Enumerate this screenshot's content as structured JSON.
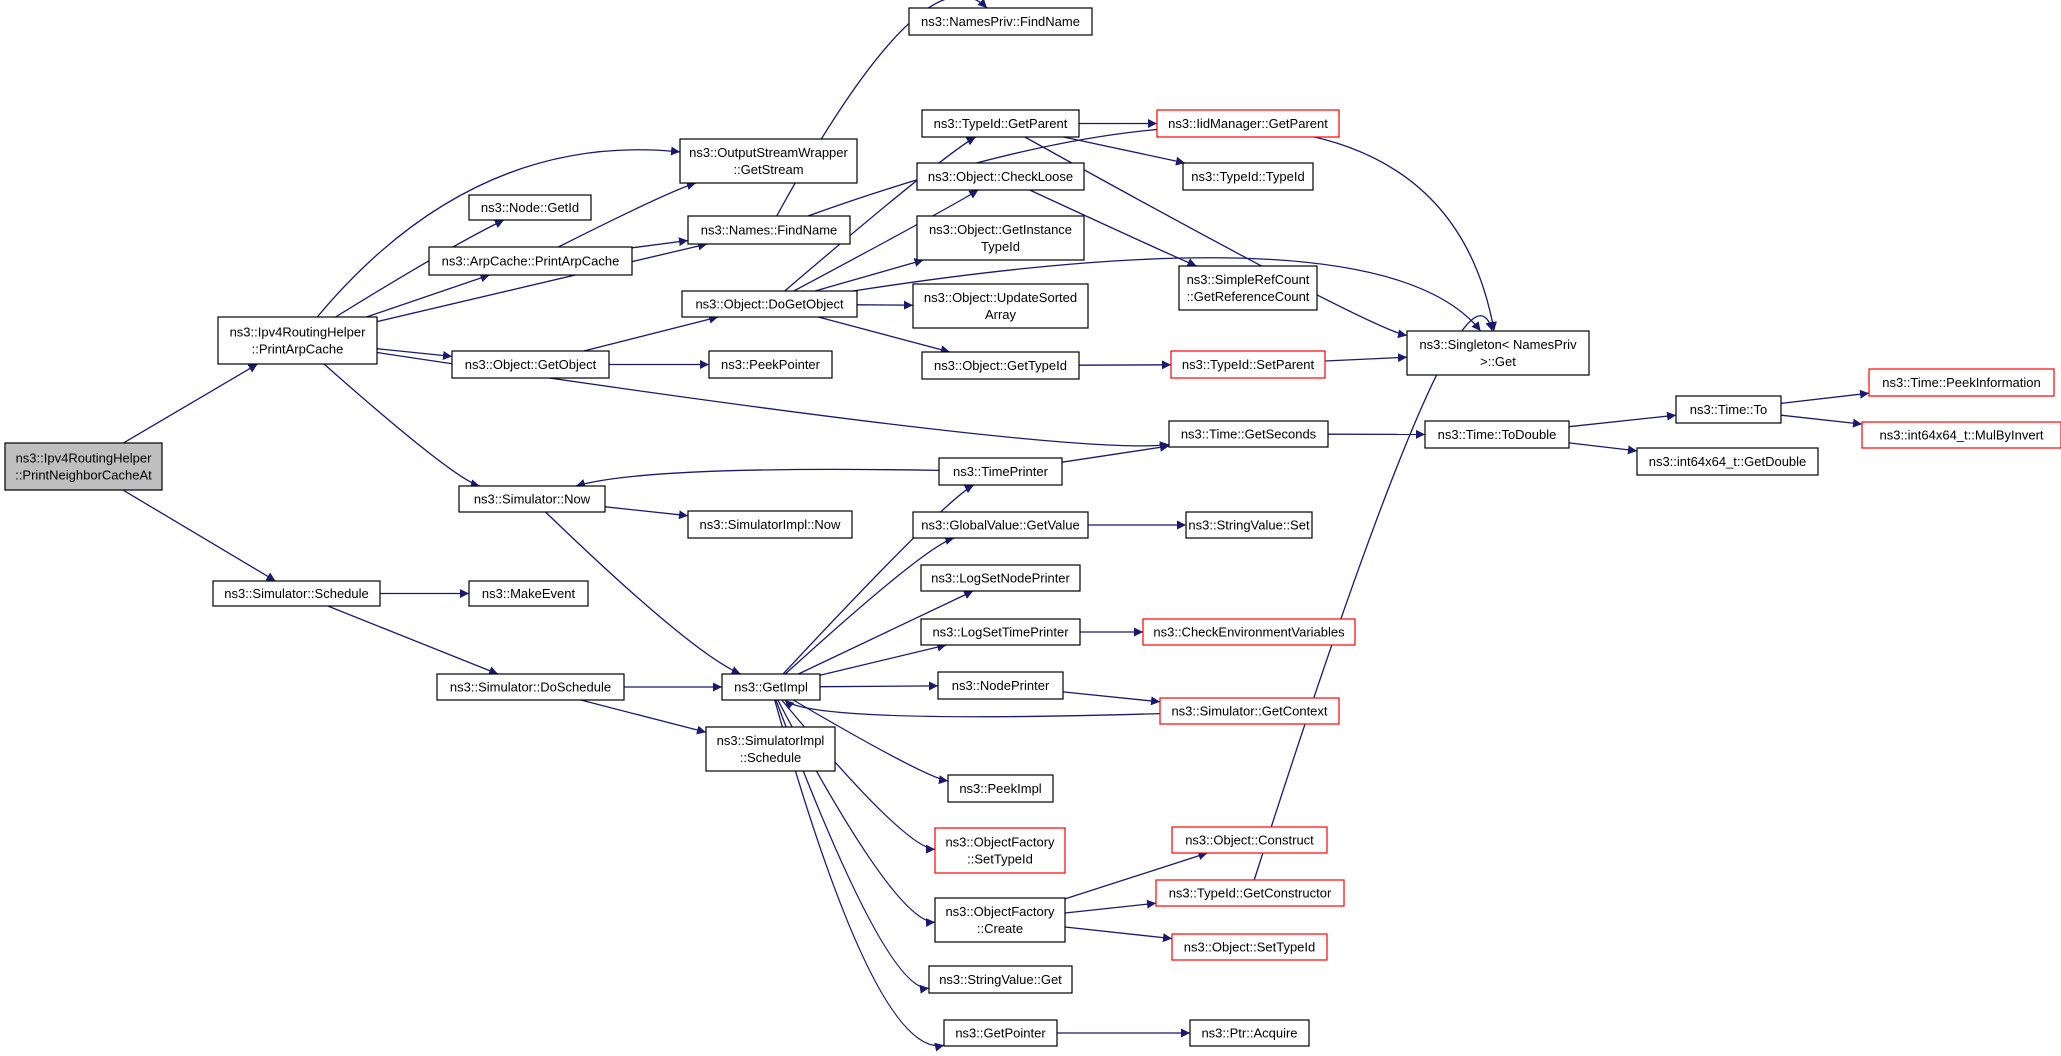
{
  "graph": {
    "type": "call-graph",
    "nodes": [
      {
        "id": "root",
        "label": [
          "ns3::Ipv4RoutingHelper",
          "::PrintNeighborCacheAt"
        ],
        "style": "root"
      },
      {
        "id": "printArpCache",
        "label": [
          "ns3::Ipv4RoutingHelper",
          "::PrintArpCache"
        ],
        "style": "normal"
      },
      {
        "id": "simSchedule",
        "label": [
          "ns3::Simulator::Schedule"
        ],
        "style": "normal"
      },
      {
        "id": "nodeGetId",
        "label": [
          "ns3::Node::GetId"
        ],
        "style": "normal"
      },
      {
        "id": "arpPrint",
        "label": [
          "ns3::ArpCache::PrintArpCache"
        ],
        "style": "normal"
      },
      {
        "id": "objGetObject",
        "label": [
          "ns3::Object::GetObject"
        ],
        "style": "normal"
      },
      {
        "id": "simNow",
        "label": [
          "ns3::Simulator::Now"
        ],
        "style": "normal"
      },
      {
        "id": "makeEvent",
        "label": [
          "ns3::MakeEvent"
        ],
        "style": "normal"
      },
      {
        "id": "doSchedule",
        "label": [
          "ns3::Simulator::DoSchedule"
        ],
        "style": "normal"
      },
      {
        "id": "oswGetStream",
        "label": [
          "ns3::OutputStreamWrapper",
          "::GetStream"
        ],
        "style": "normal"
      },
      {
        "id": "namesFind",
        "label": [
          "ns3::Names::FindName"
        ],
        "style": "normal"
      },
      {
        "id": "doGetObject",
        "label": [
          "ns3::Object::DoGetObject"
        ],
        "style": "normal"
      },
      {
        "id": "peekPointer",
        "label": [
          "ns3::PeekPointer"
        ],
        "style": "normal"
      },
      {
        "id": "simImplNow",
        "label": [
          "ns3::SimulatorImpl::Now"
        ],
        "style": "normal"
      },
      {
        "id": "getImpl",
        "label": [
          "ns3::GetImpl"
        ],
        "style": "normal"
      },
      {
        "id": "simImplSched",
        "label": [
          "ns3::SimulatorImpl",
          "::Schedule"
        ],
        "style": "normal"
      },
      {
        "id": "namesPrivFind",
        "label": [
          "ns3::NamesPriv::FindName"
        ],
        "style": "normal"
      },
      {
        "id": "typeGetParent",
        "label": [
          "ns3::TypeId::GetParent"
        ],
        "style": "normal"
      },
      {
        "id": "checkLoose",
        "label": [
          "ns3::Object::CheckLoose"
        ],
        "style": "normal"
      },
      {
        "id": "getInstTypeId",
        "label": [
          "ns3::Object::GetInstance",
          "TypeId"
        ],
        "style": "normal"
      },
      {
        "id": "updateSorted",
        "label": [
          "ns3::Object::UpdateSorted",
          "Array"
        ],
        "style": "normal"
      },
      {
        "id": "objGetTypeId",
        "label": [
          "ns3::Object::GetTypeId"
        ],
        "style": "normal"
      },
      {
        "id": "timePrinter",
        "label": [
          "ns3::TimePrinter"
        ],
        "style": "normal"
      },
      {
        "id": "gvGetValue",
        "label": [
          "ns3::GlobalValue::GetValue"
        ],
        "style": "normal"
      },
      {
        "id": "logSetNode",
        "label": [
          "ns3::LogSetNodePrinter"
        ],
        "style": "normal"
      },
      {
        "id": "logSetTime",
        "label": [
          "ns3::LogSetTimePrinter"
        ],
        "style": "normal"
      },
      {
        "id": "nodePrinter",
        "label": [
          "ns3::NodePrinter"
        ],
        "style": "normal"
      },
      {
        "id": "peekImpl",
        "label": [
          "ns3::PeekImpl"
        ],
        "style": "normal"
      },
      {
        "id": "ofSetTypeId",
        "label": [
          "ns3::ObjectFactory",
          "::SetTypeId"
        ],
        "style": "red"
      },
      {
        "id": "ofCreate",
        "label": [
          "ns3::ObjectFactory",
          "::Create"
        ],
        "style": "normal"
      },
      {
        "id": "svGet",
        "label": [
          "ns3::StringValue::Get"
        ],
        "style": "normal"
      },
      {
        "id": "getPointer",
        "label": [
          "ns3::GetPointer"
        ],
        "style": "normal"
      },
      {
        "id": "iidGetParent",
        "label": [
          "ns3::IidManager::GetParent"
        ],
        "style": "red"
      },
      {
        "id": "typeIdCtor",
        "label": [
          "ns3::TypeId::TypeId"
        ],
        "style": "normal"
      },
      {
        "id": "simpleRef",
        "label": [
          "ns3::SimpleRefCount",
          "::GetReferenceCount"
        ],
        "style": "normal"
      },
      {
        "id": "typeSetParent",
        "label": [
          "ns3::TypeId::SetParent"
        ],
        "style": "red"
      },
      {
        "id": "timeGetSeconds",
        "label": [
          "ns3::Time::GetSeconds"
        ],
        "style": "normal"
      },
      {
        "id": "svSet",
        "label": [
          "ns3::StringValue::Set"
        ],
        "style": "normal"
      },
      {
        "id": "checkEnv",
        "label": [
          "ns3::CheckEnvironmentVariables"
        ],
        "style": "red"
      },
      {
        "id": "simGetContext",
        "label": [
          "ns3::Simulator::GetContext"
        ],
        "style": "red"
      },
      {
        "id": "objConstruct",
        "label": [
          "ns3::Object::Construct"
        ],
        "style": "red"
      },
      {
        "id": "typeGetCtor",
        "label": [
          "ns3::TypeId::GetConstructor"
        ],
        "style": "red"
      },
      {
        "id": "objSetTypeId",
        "label": [
          "ns3::Object::SetTypeId"
        ],
        "style": "red"
      },
      {
        "id": "ptrAcquire",
        "label": [
          "ns3::Ptr::Acquire"
        ],
        "style": "normal"
      },
      {
        "id": "singletonGet",
        "label": [
          "ns3::Singleton< NamesPriv",
          ">::Get"
        ],
        "style": "normal"
      },
      {
        "id": "timeToDouble",
        "label": [
          "ns3::Time::ToDouble"
        ],
        "style": "normal"
      },
      {
        "id": "timeTo",
        "label": [
          "ns3::Time::To"
        ],
        "style": "normal"
      },
      {
        "id": "i64GetDouble",
        "label": [
          "ns3::int64x64_t::GetDouble"
        ],
        "style": "normal"
      },
      {
        "id": "timePeekInfo",
        "label": [
          "ns3::Time::PeekInformation"
        ],
        "style": "red"
      },
      {
        "id": "i64MulByInvert",
        "label": [
          "ns3::int64x64_t::MulByInvert"
        ],
        "style": "red"
      }
    ],
    "colors": {
      "edge": "#191970",
      "box_border": "#000000",
      "box_border_incomplete": "#ff0000",
      "root_fill": "#bfbfbf"
    }
  }
}
